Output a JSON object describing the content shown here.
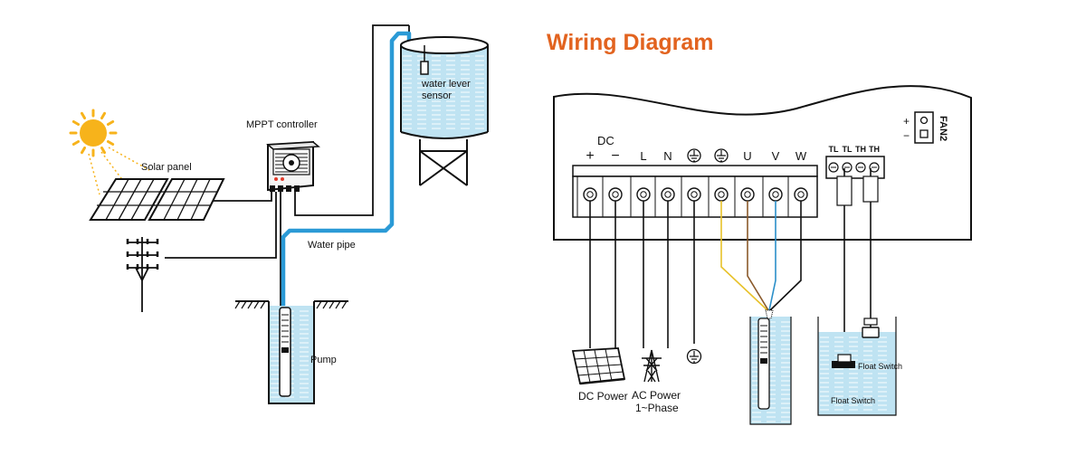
{
  "title": "Wiring Diagram",
  "colors": {
    "title": "#e2631f",
    "pipe": "#2b9ad6",
    "water": "#bfe3f2",
    "sun": "#f7b31b",
    "wire_black": "#111111",
    "wire_yellow": "#e8c22a",
    "wire_brown": "#8a5a2b",
    "wire_blue": "#2b8fc9",
    "led": "#e23b2b"
  },
  "left": {
    "solar_panel": "Solar panel",
    "mppt_controller": "MPPT controller",
    "water_pipe": "Water pipe",
    "pump": "Pump",
    "sensor_line1": "water lever",
    "sensor_line2": "sensor"
  },
  "right": {
    "dc_label": "DC",
    "terminals": [
      "+",
      "−",
      "L",
      "N",
      "⏚",
      "⏚",
      "U",
      "V",
      "W"
    ],
    "fan_label": "FAN2",
    "fan_plus": "+",
    "fan_minus": "−",
    "switch_terminals": [
      "TL",
      "TL",
      "TH",
      "TH"
    ],
    "dc_power": "DC Power",
    "ac_power_line1": "AC Power",
    "ac_power_line2": "1~Phase",
    "float_switch_upper": "Float Switch",
    "float_switch_lower": "Float Switch"
  }
}
